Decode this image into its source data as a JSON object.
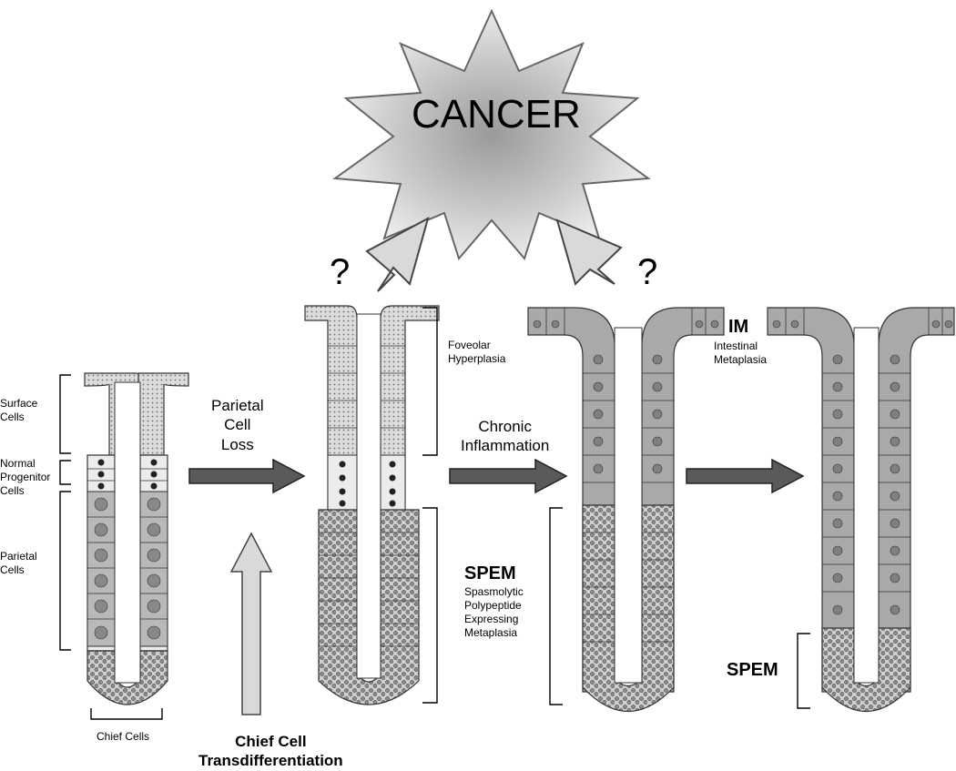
{
  "cancer": {
    "text": "CANCER",
    "question_left": "?",
    "question_right": "?"
  },
  "stage1": {
    "surface_cells": "Surface\nCells",
    "progenitor_cells": "Normal\nProgenitor\nCells",
    "parietal_cells": "Parietal\nCells",
    "chief_cells": "Chief Cells"
  },
  "arrow1": {
    "label": "Parietal\nCell\nLoss"
  },
  "chief_transdiff": {
    "label": "Chief Cell\nTransdifferentiation"
  },
  "stage2": {
    "foveolar": "Foveolar\nHyperplasia"
  },
  "arrow2": {
    "label": "Chronic\nInflammation"
  },
  "spem": {
    "abbr": "SPEM",
    "full": "Spasmolytic\nPolypeptide\nExpressing\nMetaplasia"
  },
  "stage3": {
    "im_abbr": "IM",
    "im_full": "Intestinal\nMetaplasia"
  },
  "stage4": {
    "spem": "SPEM"
  },
  "colors": {
    "arrow_dark": "#5a5a5a",
    "arrow_light": "#d9d9d9",
    "cell_light": "#e8e8e8",
    "cell_mid": "#a9a9a9",
    "cell_dark": "#8a8a8a",
    "outline": "#333333"
  }
}
